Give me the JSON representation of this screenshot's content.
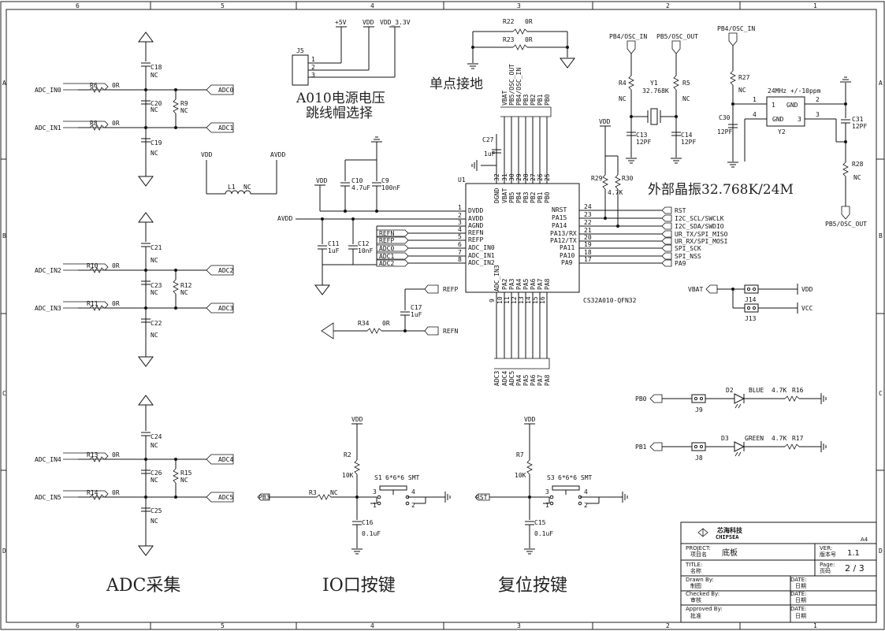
{
  "frame": {
    "cols_top": [
      "6",
      "5",
      "4",
      "3",
      "2",
      "1"
    ],
    "rows": [
      "A",
      "B",
      "C",
      "D"
    ]
  },
  "adc": {
    "section_title": "ADC采集",
    "groups": [
      {
        "in1": "ADC_IN0",
        "r1": "R6",
        "r1v": "0R",
        "out1": "ADC0",
        "in2": "ADC_IN1",
        "r2": "R8",
        "r2v": "0R",
        "out2": "ADC1",
        "ct": "C18",
        "cm": "C20",
        "cb": "C19",
        "rm": "R9",
        "nc": "NC"
      },
      {
        "in1": "ADC_IN2",
        "r1": "R10",
        "r1v": "0R",
        "out1": "ADC2",
        "in2": "ADC_IN3",
        "r2": "R11",
        "r2v": "0R",
        "out2": "ADC3",
        "ct": "C21",
        "cm": "C23",
        "cb": "C22",
        "rm": "R12",
        "nc": "NC"
      },
      {
        "in1": "ADC_IN4",
        "r1": "R13",
        "r1v": "0R",
        "out1": "ADC4",
        "in2": "ADC_IN5",
        "r2": "R14",
        "r2v": "0R",
        "out2": "ADC5",
        "ct": "C24",
        "cm": "C26",
        "cb": "C25",
        "rm": "R15",
        "nc": "NC"
      }
    ]
  },
  "inductor": {
    "ref": "L1",
    "val": "NC",
    "left": "VDD",
    "right": "AVDD"
  },
  "power": {
    "j5": "J5",
    "pins": [
      "1",
      "2",
      "3"
    ],
    "rails": [
      "+5V",
      "VDD",
      "VDD_3.3V"
    ],
    "title1": "A010电源电压",
    "title2": "跳线帽选择"
  },
  "ground": {
    "r22": "R22",
    "r22v": "0R",
    "r23": "R23",
    "r23v": "0R",
    "title": "单点接地"
  },
  "mcu": {
    "ref": "U1",
    "part": "CS32A010-QFN32",
    "left_pins": [
      {
        "n": "1",
        "name": "DVDD"
      },
      {
        "n": "2",
        "name": "AVDD"
      },
      {
        "n": "3",
        "name": "AGND"
      },
      {
        "n": "4",
        "name": "REFN"
      },
      {
        "n": "5",
        "name": "REFP"
      },
      {
        "n": "6",
        "name": "ADC_IN0"
      },
      {
        "n": "7",
        "name": "ADC_IN1"
      },
      {
        "n": "8",
        "name": "ADC_IN2"
      }
    ],
    "left_nets": [
      "REFN",
      "REFP",
      "ADC0",
      "ADC1",
      "ADC2"
    ],
    "right_pins": [
      {
        "n": "24",
        "name": "NRST",
        "net": "RST"
      },
      {
        "n": "23",
        "name": "PA15",
        "net": "I2C_SCL/SWCLK"
      },
      {
        "n": "22",
        "name": "PA14",
        "net": "I2C_SDA/SWDIO"
      },
      {
        "n": "21",
        "name": "PA13/RX",
        "net": "UR_TX/SPI_MISO"
      },
      {
        "n": "20",
        "name": "PA12/TX",
        "net": "UR_RX/SPI_MOSI"
      },
      {
        "n": "19",
        "name": "PA11",
        "net": "SPI_SCK"
      },
      {
        "n": "18",
        "name": "PA10",
        "net": "SPI_NSS"
      },
      {
        "n": "17",
        "name": "PA9",
        "net": "PA9"
      }
    ],
    "top_pins": [
      {
        "n": "32",
        "name": "DGND",
        "net": ""
      },
      {
        "n": "31",
        "name": "VBAT",
        "net": "VBAT"
      },
      {
        "n": "30",
        "name": "PB5",
        "net": "PB5/OSC_OUT"
      },
      {
        "n": "29",
        "name": "PB4",
        "net": "PB4/OSC_IN"
      },
      {
        "n": "28",
        "name": "PB3",
        "net": "PB3"
      },
      {
        "n": "27",
        "name": "PB2",
        "net": "PB2"
      },
      {
        "n": "26",
        "name": "PB1",
        "net": "PB1"
      },
      {
        "n": "25",
        "name": "PB0",
        "net": "PB0"
      }
    ],
    "bottom_pins": [
      {
        "n": "9",
        "name": "ADC_IN3",
        "net": "ADC3"
      },
      {
        "n": "10",
        "name": "PA2",
        "net": "ADC4"
      },
      {
        "n": "11",
        "name": "PA3",
        "net": "ADC5"
      },
      {
        "n": "12",
        "name": "PA4",
        "net": "PA4"
      },
      {
        "n": "13",
        "name": "PA5",
        "net": "PA5"
      },
      {
        "n": "14",
        "name": "PA6",
        "net": "PA6"
      },
      {
        "n": "15",
        "name": "PA7",
        "net": "PA7"
      },
      {
        "n": "16",
        "name": "PA8",
        "net": "PA8"
      }
    ],
    "c27": "C27",
    "c27v": "1uF",
    "c10": "C10",
    "c10v": "4.7uF",
    "c9": "C9",
    "c9v": "100nF",
    "c11": "C11",
    "c11v": "1uF",
    "c12": "C12",
    "c12v": "10nF",
    "vdd": "VDD",
    "avdd": "AVDD",
    "r29": "R29",
    "r30": "R30",
    "r30v": "4.7K",
    "vdd2": "VDD",
    "c17": "C17",
    "c17v": "1uF",
    "refp": "REFP",
    "refn": "REFN",
    "r34": "R34",
    "r34v": "0R"
  },
  "crystal32": {
    "net1": "PB4/OSC_IN",
    "net2": "PB5/OSC_OUT",
    "r4": "R4",
    "r4v": "NC",
    "r5": "R5",
    "r5v": "NC",
    "y1": "Y1",
    "y1v": "32.768K",
    "c13": "C13",
    "c13v": "12PF",
    "c14": "C14",
    "c14v": "12PF",
    "title": "外部晶振32.768K/24M"
  },
  "crystal24": {
    "net_in": "PB4/OSC_IN",
    "net_out": "PB5/OSC_OUT",
    "r27": "R27",
    "r27v": "NC",
    "r28": "R28",
    "r28v": "NC",
    "spec": "24MHz +/-10ppm",
    "c30": "C30",
    "c30v": "12PF",
    "c31": "C31",
    "c31v": "12PF",
    "y2": "Y2",
    "p1": "1",
    "p2": "2",
    "p3": "3",
    "p4": "4",
    "gnd": "GND"
  },
  "jumpers": {
    "vbat": "VBAT",
    "vdd": "VDD",
    "vcc": "VCC",
    "j14": "J14",
    "j13": "J13"
  },
  "leds": [
    {
      "net": "PB0",
      "j": "J9",
      "d": "D2",
      "color": "BLUE",
      "rv": "4.7K",
      "r": "R16"
    },
    {
      "net": "PB1",
      "j": "J8",
      "d": "D3",
      "color": "GREEN",
      "rv": "4.7K",
      "r": "R17"
    }
  ],
  "io_key": {
    "title": "IO口按键",
    "vdd": "VDD",
    "r2": "R2",
    "r2v": "10K",
    "net": "PB3",
    "r3": "R3",
    "r3v": "NC",
    "s": "S1",
    "sv": "6*6*6 SMT",
    "c": "C16",
    "cv": "0.1uF",
    "pins": [
      "3",
      "1",
      "4",
      "2"
    ]
  },
  "rst_key": {
    "title": "复位按键",
    "vdd": "VDD",
    "r7": "R7",
    "r7v": "10K",
    "net": "RST",
    "s": "S3",
    "sv": "6*6*6 SMT",
    "c": "C15",
    "cv": "0.1uF",
    "pins": [
      "3",
      "1",
      "4",
      "2"
    ]
  },
  "titleblock": {
    "logo_cn": "芯海科技",
    "logo_en": "CHIPSEA",
    "size": "A4",
    "project_l": "PROJECT:",
    "project_cn": "项目名",
    "project_v": "底板",
    "ver_l": "VER:",
    "ver_cn": "版本号",
    "ver_v": "1.1",
    "title_l": "TITLE:",
    "title_cn": "名称",
    "page_l": "Page:",
    "page_cn": "页码",
    "page_v": "2 / 3",
    "drawn_l": "Drawn By:",
    "drawn_cn": "制图",
    "checked_l": "Checked By:",
    "checked_cn": "审核",
    "approved_l": "Approved By:",
    "approved_cn": "批准",
    "date_l": "DATE:",
    "date_cn": "日期"
  }
}
